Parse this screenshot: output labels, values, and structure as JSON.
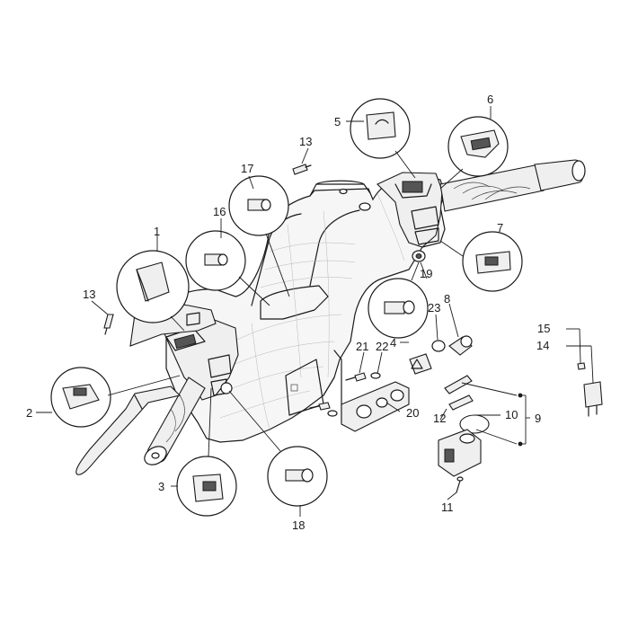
{
  "callouts": [
    {
      "id": "1",
      "text": "1"
    },
    {
      "id": "2",
      "text": "2"
    },
    {
      "id": "3",
      "text": "3"
    },
    {
      "id": "4",
      "text": "4"
    },
    {
      "id": "5",
      "text": "5"
    },
    {
      "id": "6",
      "text": "6"
    },
    {
      "id": "7",
      "text": "7"
    },
    {
      "id": "8",
      "text": "8"
    },
    {
      "id": "9",
      "text": "9"
    },
    {
      "id": "10",
      "text": "10"
    },
    {
      "id": "11",
      "text": "11"
    },
    {
      "id": "12",
      "text": "12"
    },
    {
      "id": "13a",
      "text": "13"
    },
    {
      "id": "13b",
      "text": "13"
    },
    {
      "id": "14",
      "text": "14"
    },
    {
      "id": "15",
      "text": "15"
    },
    {
      "id": "16",
      "text": "16"
    },
    {
      "id": "17",
      "text": "17"
    },
    {
      "id": "18",
      "text": "18"
    },
    {
      "id": "19",
      "text": "19"
    },
    {
      "id": "20",
      "text": "20"
    },
    {
      "id": "21",
      "text": "21"
    },
    {
      "id": "22",
      "text": "22"
    },
    {
      "id": "23",
      "text": "23"
    }
  ]
}
